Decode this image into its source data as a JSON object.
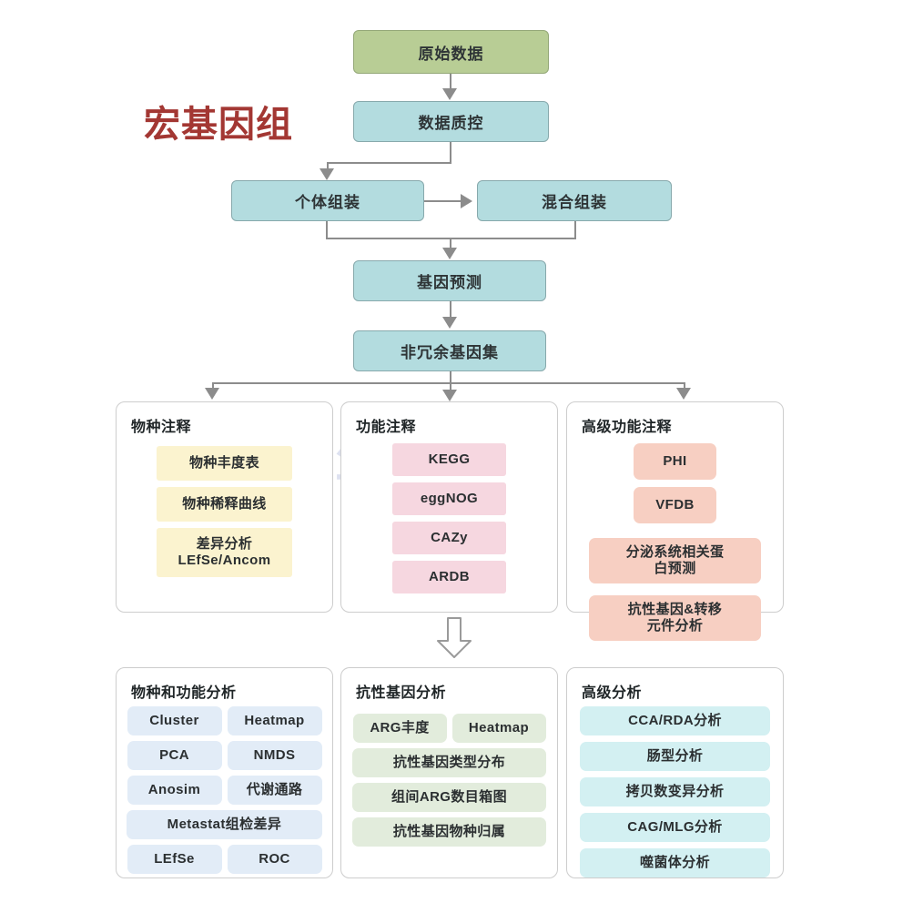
{
  "title": "宏基因组",
  "watermark": "生信图站",
  "colors": {
    "raw_data_box": "#b8cd95",
    "process_box": "#b3dcdf",
    "connector": "#8c8c8c",
    "title_text": "#a33733",
    "panel_border": "#cdcdcd",
    "chip_yellow": "#fbf3cf",
    "chip_pink": "#f6d7e0",
    "chip_salmon": "#f7cfc2",
    "chip_blue": "#e2ecf7",
    "chip_green": "#e2ecdc",
    "chip_cyan": "#d3f0f2"
  },
  "pipeline": {
    "raw_data": "原始数据",
    "qc": "数据质控",
    "individual_assembly": "个体组装",
    "mixed_assembly": "混合组装",
    "gene_prediction": "基因预测",
    "nr_gene_set": "非冗余基因集"
  },
  "annotation_panels": [
    {
      "title": "物种注释",
      "chips": [
        "物种丰度表",
        "物种稀释曲线",
        "差异分析\nLEfSe/Ancom"
      ]
    },
    {
      "title": "功能注释",
      "chips": [
        "KEGG",
        "eggNOG",
        "CAZy",
        "ARDB"
      ]
    },
    {
      "title": "高级功能注释",
      "chips": [
        "PHI",
        "VFDB",
        "分泌系统相关蛋\n白预测",
        "抗性基因&转移\n元件分析"
      ]
    }
  ],
  "analysis_panels": [
    {
      "title": "物种和功能分析",
      "chips": [
        "Cluster",
        "Heatmap",
        "PCA",
        "NMDS",
        "Anosim",
        "代谢通路",
        "Metastat组检差异",
        "LEfSe",
        "ROC"
      ]
    },
    {
      "title": "抗性基因分析",
      "chips": [
        "ARG丰度",
        "Heatmap",
        "抗性基因类型分布",
        "组间ARG数目箱图",
        "抗性基因物种归属"
      ]
    },
    {
      "title": "高级分析",
      "chips": [
        "CCA/RDA分析",
        "肠型分析",
        "拷贝数变异分析",
        "CAG/MLG分析",
        "噬菌体分析"
      ]
    }
  ]
}
